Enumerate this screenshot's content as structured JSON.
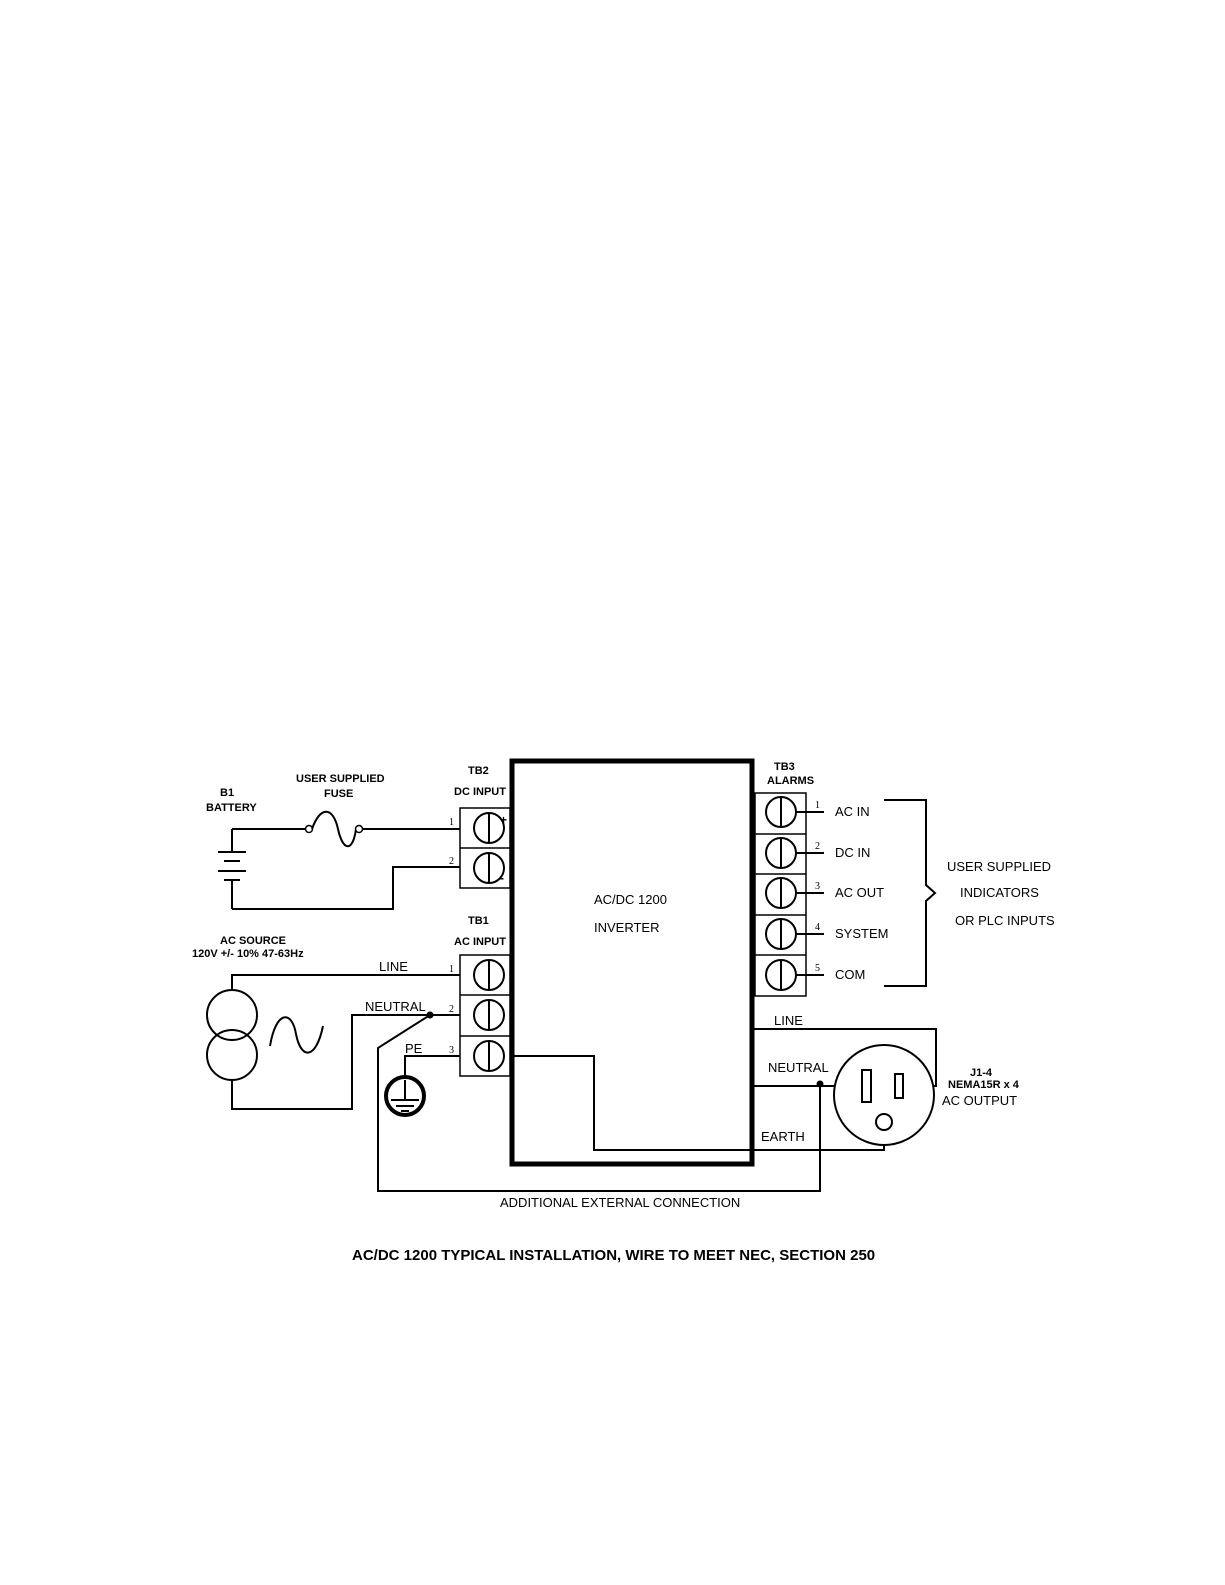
{
  "battery": {
    "ref": "B1",
    "name": "BATTERY"
  },
  "fuse": {
    "line1": "USER SUPPLIED",
    "line2": "FUSE"
  },
  "tb2": {
    "ref": "TB2",
    "name": "DC INPUT",
    "pins": [
      "1",
      "2"
    ],
    "polarity": [
      "+",
      "-"
    ]
  },
  "tb1": {
    "ref": "TB1",
    "name": "AC INPUT",
    "pins": [
      "1",
      "2",
      "3"
    ]
  },
  "tb3": {
    "ref": "TB3",
    "name": "ALARMS",
    "pins": [
      "1",
      "2",
      "3",
      "4",
      "5"
    ],
    "labels": [
      "AC IN",
      "DC IN",
      "AC OUT",
      "SYSTEM",
      "COM"
    ]
  },
  "inverter": {
    "line1": "AC/DC 1200",
    "line2": "INVERTER"
  },
  "ac_source": {
    "name": "AC SOURCE",
    "spec": "120V +/- 10%  47-63Hz"
  },
  "input_wires": {
    "line": "LINE",
    "neutral": "NEUTRAL",
    "pe": "PE"
  },
  "output_wires": {
    "line": "LINE",
    "neutral": "NEUTRAL",
    "earth": "EARTH"
  },
  "user_indicators": {
    "line1": "USER SUPPLIED",
    "line2": "INDICATORS",
    "line3": "OR PLC INPUTS"
  },
  "output_connector": {
    "ref": "J1-4",
    "type": "NEMA15R x 4",
    "name": "AC OUTPUT"
  },
  "external_connection": "ADDITIONAL EXTERNAL CONNECTION",
  "caption": "AC/DC 1200 TYPICAL INSTALLATION, WIRE TO MEET NEC, SECTION 250",
  "colors": {
    "ink": "#000000",
    "paper": "#ffffff"
  }
}
